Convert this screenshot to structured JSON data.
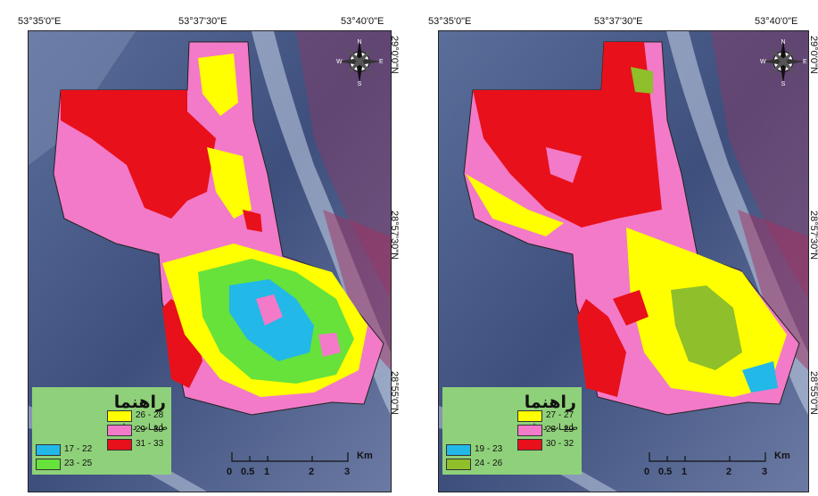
{
  "colors": {
    "blue": "#22b8e8",
    "green": "#66e23a",
    "olive": "#8fbf2a",
    "yellow": "#ffff00",
    "pink": "#f27ac8",
    "red": "#e8101a",
    "legend_bg": "#8fd17a"
  },
  "panels": [
    {
      "top_coords": [
        "53°35'0\"E",
        "53°37'30\"E",
        "53°40'0\"E"
      ],
      "side_coords": [
        "29°0'0\"N",
        "28°57'30\"N",
        "28°55'0\"N"
      ],
      "legend": {
        "title": "راهنما",
        "subtitle": "طبقـات دمـایی",
        "entries": [
          {
            "label": "17 - 22",
            "color": "#22b8e8"
          },
          {
            "label": "23 - 25",
            "color": "#66e23a"
          },
          {
            "label": "26 - 28",
            "color": "#ffff00"
          },
          {
            "label": "29 - 30",
            "color": "#f27ac8"
          },
          {
            "label": "31 - 33",
            "color": "#e8101a"
          }
        ]
      },
      "scale": {
        "ticks": [
          "0",
          "0.5",
          "1",
          "2",
          "3"
        ],
        "unit": "Km"
      },
      "compass": {
        "n": "N",
        "s": "S",
        "e": "E",
        "w": "W"
      }
    },
    {
      "top_coords": [
        "53°35'0\"E",
        "53°37'30\"E",
        "53°40'0\"E"
      ],
      "side_coords": [
        "29°0'0\"N",
        "28°57'30\"N",
        "28°55'0\"N"
      ],
      "legend": {
        "title": "راهنما",
        "subtitle": "طبقـات دمـایی",
        "entries": [
          {
            "label": "19 - 23",
            "color": "#22b8e8"
          },
          {
            "label": "24 - 26",
            "color": "#8fbf2a"
          },
          {
            "label": "27 - 27",
            "color": "#ffff00"
          },
          {
            "label": "28 - 29",
            "color": "#f27ac8"
          },
          {
            "label": "30 - 32",
            "color": "#e8101a"
          }
        ]
      },
      "scale": {
        "ticks": [
          "0",
          "0.5",
          "1",
          "2",
          "3"
        ],
        "unit": "Km"
      },
      "compass": {
        "n": "N",
        "s": "S",
        "e": "E",
        "w": "W"
      }
    }
  ]
}
